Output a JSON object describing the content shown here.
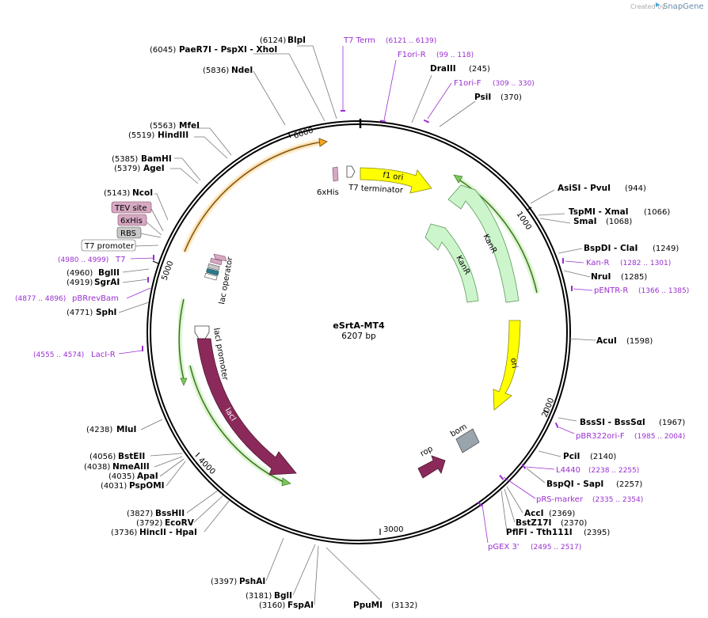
{
  "branding": {
    "created_by": "Created by",
    "app_name": "SnapGene"
  },
  "plasmid": {
    "name": "eSrtA-MT4",
    "size": "6207 bp"
  },
  "position_ticks": [
    "1000",
    "2000",
    "3000",
    "4000",
    "5000",
    "6000"
  ],
  "sites": [
    {
      "pos": "(6124)",
      "name": "BlpI"
    },
    {
      "pos": "(6045)",
      "name": "PaeR7I - PspXI - XhoI"
    },
    {
      "pos": "(5836)",
      "name": "NdeI"
    },
    {
      "pos": "(5563)",
      "name": "MfeI"
    },
    {
      "pos": "(5519)",
      "name": "HindIII"
    },
    {
      "pos": "(5385)",
      "name": "BamHI"
    },
    {
      "pos": "(5379)",
      "name": "AgeI"
    },
    {
      "pos": "(5143)",
      "name": "NcoI"
    },
    {
      "pos": "(4960)",
      "name": "BglII"
    },
    {
      "pos": "(4919)",
      "name": "SgrAI"
    },
    {
      "pos": "(4771)",
      "name": "SphI"
    },
    {
      "pos": "(4238)",
      "name": "MluI"
    },
    {
      "pos": "(4056)",
      "name": "BstEII"
    },
    {
      "pos": "(4038)",
      "name": "NmeAIII"
    },
    {
      "pos": "(4035)",
      "name": "ApaI"
    },
    {
      "pos": "(4031)",
      "name": "PspOMI"
    },
    {
      "pos": "(3827)",
      "name": "BssHII"
    },
    {
      "pos": "(3792)",
      "name": "EcoRV"
    },
    {
      "pos": "(3736)",
      "name": "HincII - HpaI"
    },
    {
      "pos": "(3397)",
      "name": "PshAI"
    },
    {
      "pos": "(3181)",
      "name": "BglI"
    },
    {
      "pos": "(3160)",
      "name": "FspAI"
    },
    {
      "pos": "(3132)",
      "name": "PpuMI"
    },
    {
      "pos": "(245)",
      "name": "DraIII"
    },
    {
      "pos": "(370)",
      "name": "PsiI"
    },
    {
      "pos": "(944)",
      "name": "AsiSI - PvuI"
    },
    {
      "pos": "(1066)",
      "name": "TspMI - XmaI"
    },
    {
      "pos": "(1068)",
      "name": "SmaI"
    },
    {
      "pos": "(1249)",
      "name": "BspDI - ClaI"
    },
    {
      "pos": "(1285)",
      "name": "NruI"
    },
    {
      "pos": "(1598)",
      "name": "AcuI"
    },
    {
      "pos": "(1967)",
      "name": "BssSI - BssSαI"
    },
    {
      "pos": "(2140)",
      "name": "PciI"
    },
    {
      "pos": "(2257)",
      "name": "BspQI - SapI"
    },
    {
      "pos": "(2369)",
      "name": "AccI"
    },
    {
      "pos": "(2370)",
      "name": "BstZ17I"
    },
    {
      "pos": "(2395)",
      "name": "PflFI - Tth111I"
    }
  ],
  "primers": [
    {
      "name": "T7 Term",
      "range": "(6121 .. 6139)"
    },
    {
      "name": "F1ori-R",
      "range": "(99 .. 118)"
    },
    {
      "name": "F1ori-F",
      "range": "(309 .. 330)"
    },
    {
      "name": "Kan-R",
      "range": "(1282 .. 1301)"
    },
    {
      "name": "pENTR-R",
      "range": "(1366 .. 1385)"
    },
    {
      "name": "pBR322ori-F",
      "range": "(1985 .. 2004)"
    },
    {
      "name": "L4440",
      "range": "(2238 .. 2255)"
    },
    {
      "name": "pRS-marker",
      "range": "(2335 .. 2354)"
    },
    {
      "name": "pGEX 3'",
      "range": "(2495 .. 2517)"
    },
    {
      "name": "T7",
      "range": "(4980 .. 4999)"
    },
    {
      "name": "pBRrevBam",
      "range": "(4877 .. 4896)"
    },
    {
      "name": "LacI-R",
      "range": "(4555 .. 4574)"
    }
  ],
  "boxed_features": [
    {
      "name": "TEV site",
      "color": "#d6a9c2"
    },
    {
      "name": "6xHis",
      "color": "#d6a9c2"
    },
    {
      "name": "RBS",
      "color": "#c8c8c8"
    },
    {
      "name": "T7 promoter",
      "color": "#ffffff"
    }
  ],
  "features": {
    "f1_ori": "f1 ori",
    "kanr_outer": "KanR",
    "kanr_inner": "KanR",
    "ori": "ori",
    "bom": "bom",
    "rop": "rop",
    "laci": "lacI",
    "laci_promoter": "lacI promoter",
    "lac_operator": "lac operator",
    "his6": "6xHis",
    "t7_terminator": "T7 terminator"
  },
  "colors": {
    "f1_ori": "#ffff00",
    "kanr": "#ccf5cc",
    "ori": "#ffff00",
    "bom": "#9aa4ad",
    "rop": "#8b2a5a",
    "laci": "#8b2a5a",
    "laci_promoter": "#ffffff",
    "orange_arc": "#f5a623",
    "green_arc": "#3a7d1f",
    "primer": "#9a2fd1"
  }
}
